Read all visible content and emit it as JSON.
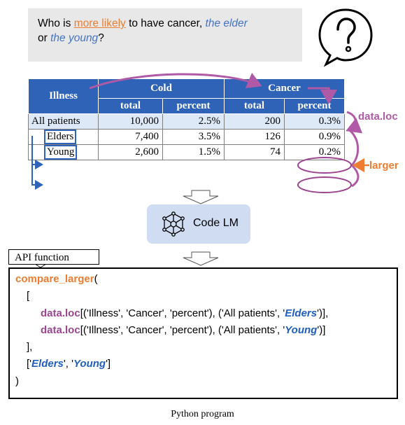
{
  "question": {
    "p1": "Who is ",
    "highlight": "more likely",
    "p2": " to have cancer, ",
    "elder": "the elder",
    "p3": "or ",
    "young": "the young",
    "p4": "?"
  },
  "table": {
    "corner": "Illness",
    "groups": [
      "Cold",
      "Cancer"
    ],
    "subheaders": [
      "total",
      "percent",
      "total",
      "percent"
    ],
    "rows": [
      {
        "label": "All patients",
        "values": [
          "10,000",
          "2.5%",
          "200",
          "0.3%"
        ]
      },
      {
        "label": "Elders",
        "values": [
          "7,400",
          "3.5%",
          "126",
          "0.9%"
        ]
      },
      {
        "label": "Young",
        "values": [
          "2,600",
          "1.5%",
          "74",
          "0.2%"
        ]
      }
    ]
  },
  "annotations": {
    "data_loc": "data.loc",
    "larger": "larger"
  },
  "model": {
    "label": "Code LM"
  },
  "api_tag": "API function",
  "code": {
    "fn": "compare_larger",
    "open_paren": "(",
    "open_bracket": "[",
    "dl": "data.loc",
    "args_pre": "[('Illness', 'Cancer', 'percent'), ('All patients', '",
    "elders": "Elders",
    "young": "Young",
    "args_post1": "')],",
    "args_post2": "')]",
    "close_bracket": "],",
    "list_open": "['",
    "list_mid": "', '",
    "list_close": "']",
    "close_paren": ")"
  },
  "caption": "Python program",
  "colors": {
    "header": "#2e63b8",
    "orange": "#ed7d31",
    "purple": "#b05aa7",
    "blue": "#1f5fbf"
  }
}
